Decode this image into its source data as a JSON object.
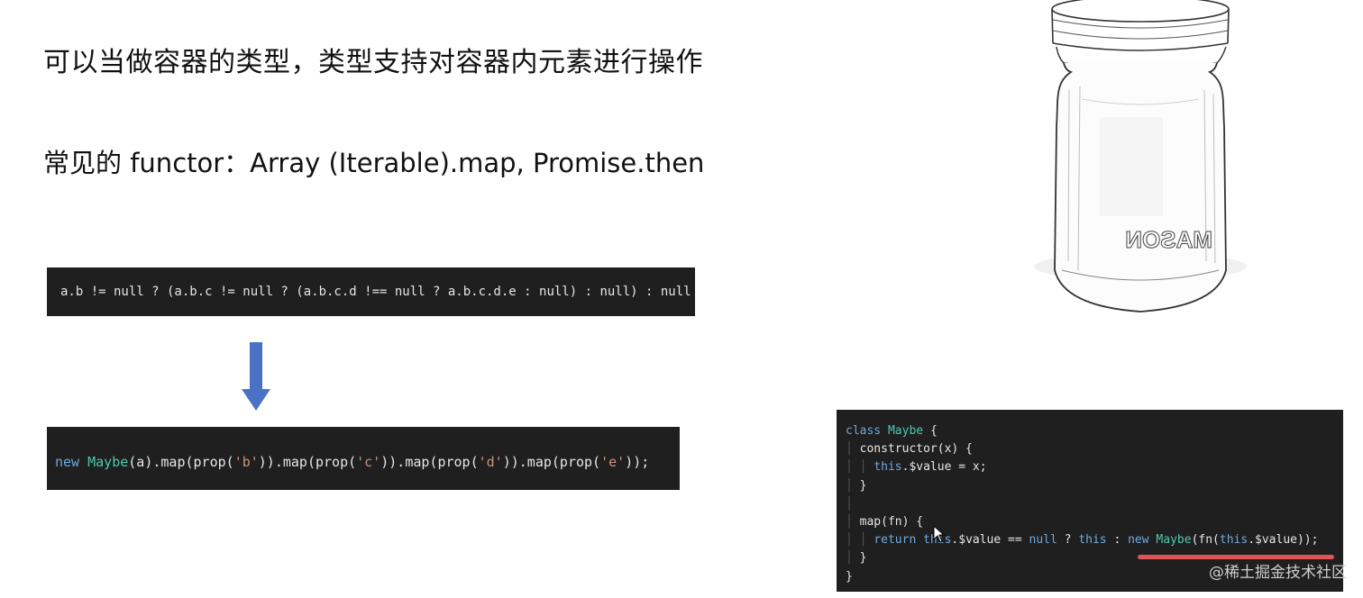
{
  "slide": {
    "title": "可以当做容器的类型，类型支持对容器内元素进行操作",
    "subtitle": "常见的 functor：Array (Iterable).map, Promise.then"
  },
  "code_blocks": {
    "nullable_chain": "a.b != null ? (a.b.c != null ? (a.b.c.d !== null ? a.b.c.d.e : null) : null) : null",
    "maybe_chain": {
      "kw_new": "new",
      "cls": "Maybe",
      "p1": "(a).map(prop(",
      "s1": "'b'",
      "p2": ")).map(prop(",
      "s2": "'c'",
      "p3": ")).map(prop(",
      "s3": "'d'",
      "p4": ")).map(prop(",
      "s4": "'e'",
      "p5": "));"
    },
    "maybe_class": {
      "l1_kw": "class",
      "l1_cls": "Maybe",
      "l1_rest": "{",
      "l2": "constructor(x) {",
      "l3_kw": "this",
      "l3_rest": ".$value = x;",
      "l4": "}",
      "l5": "",
      "l6": "map(fn) {",
      "l7_a": "return ",
      "l7_b": "this",
      "l7_c": ".$value == ",
      "l7_d": "null",
      "l7_e": " ? ",
      "l7_f": "this",
      "l7_g": " : ",
      "l7_h": "new",
      "l7_i": " Maybe",
      "l7_j": "(fn(",
      "l7_k": "this",
      "l7_l": ".$value));",
      "l8": "}",
      "l9": "}"
    }
  },
  "illustration": {
    "jar_label": "MASON"
  },
  "watermark": "@稀土掘金技术社区",
  "colors": {
    "code_bg": "#1f1f1f",
    "keyword": "#6fa8dc",
    "class_name": "#4ec9b0",
    "string": "#ce9178",
    "arrow": "#4a72c4",
    "underline": "#e05555"
  }
}
